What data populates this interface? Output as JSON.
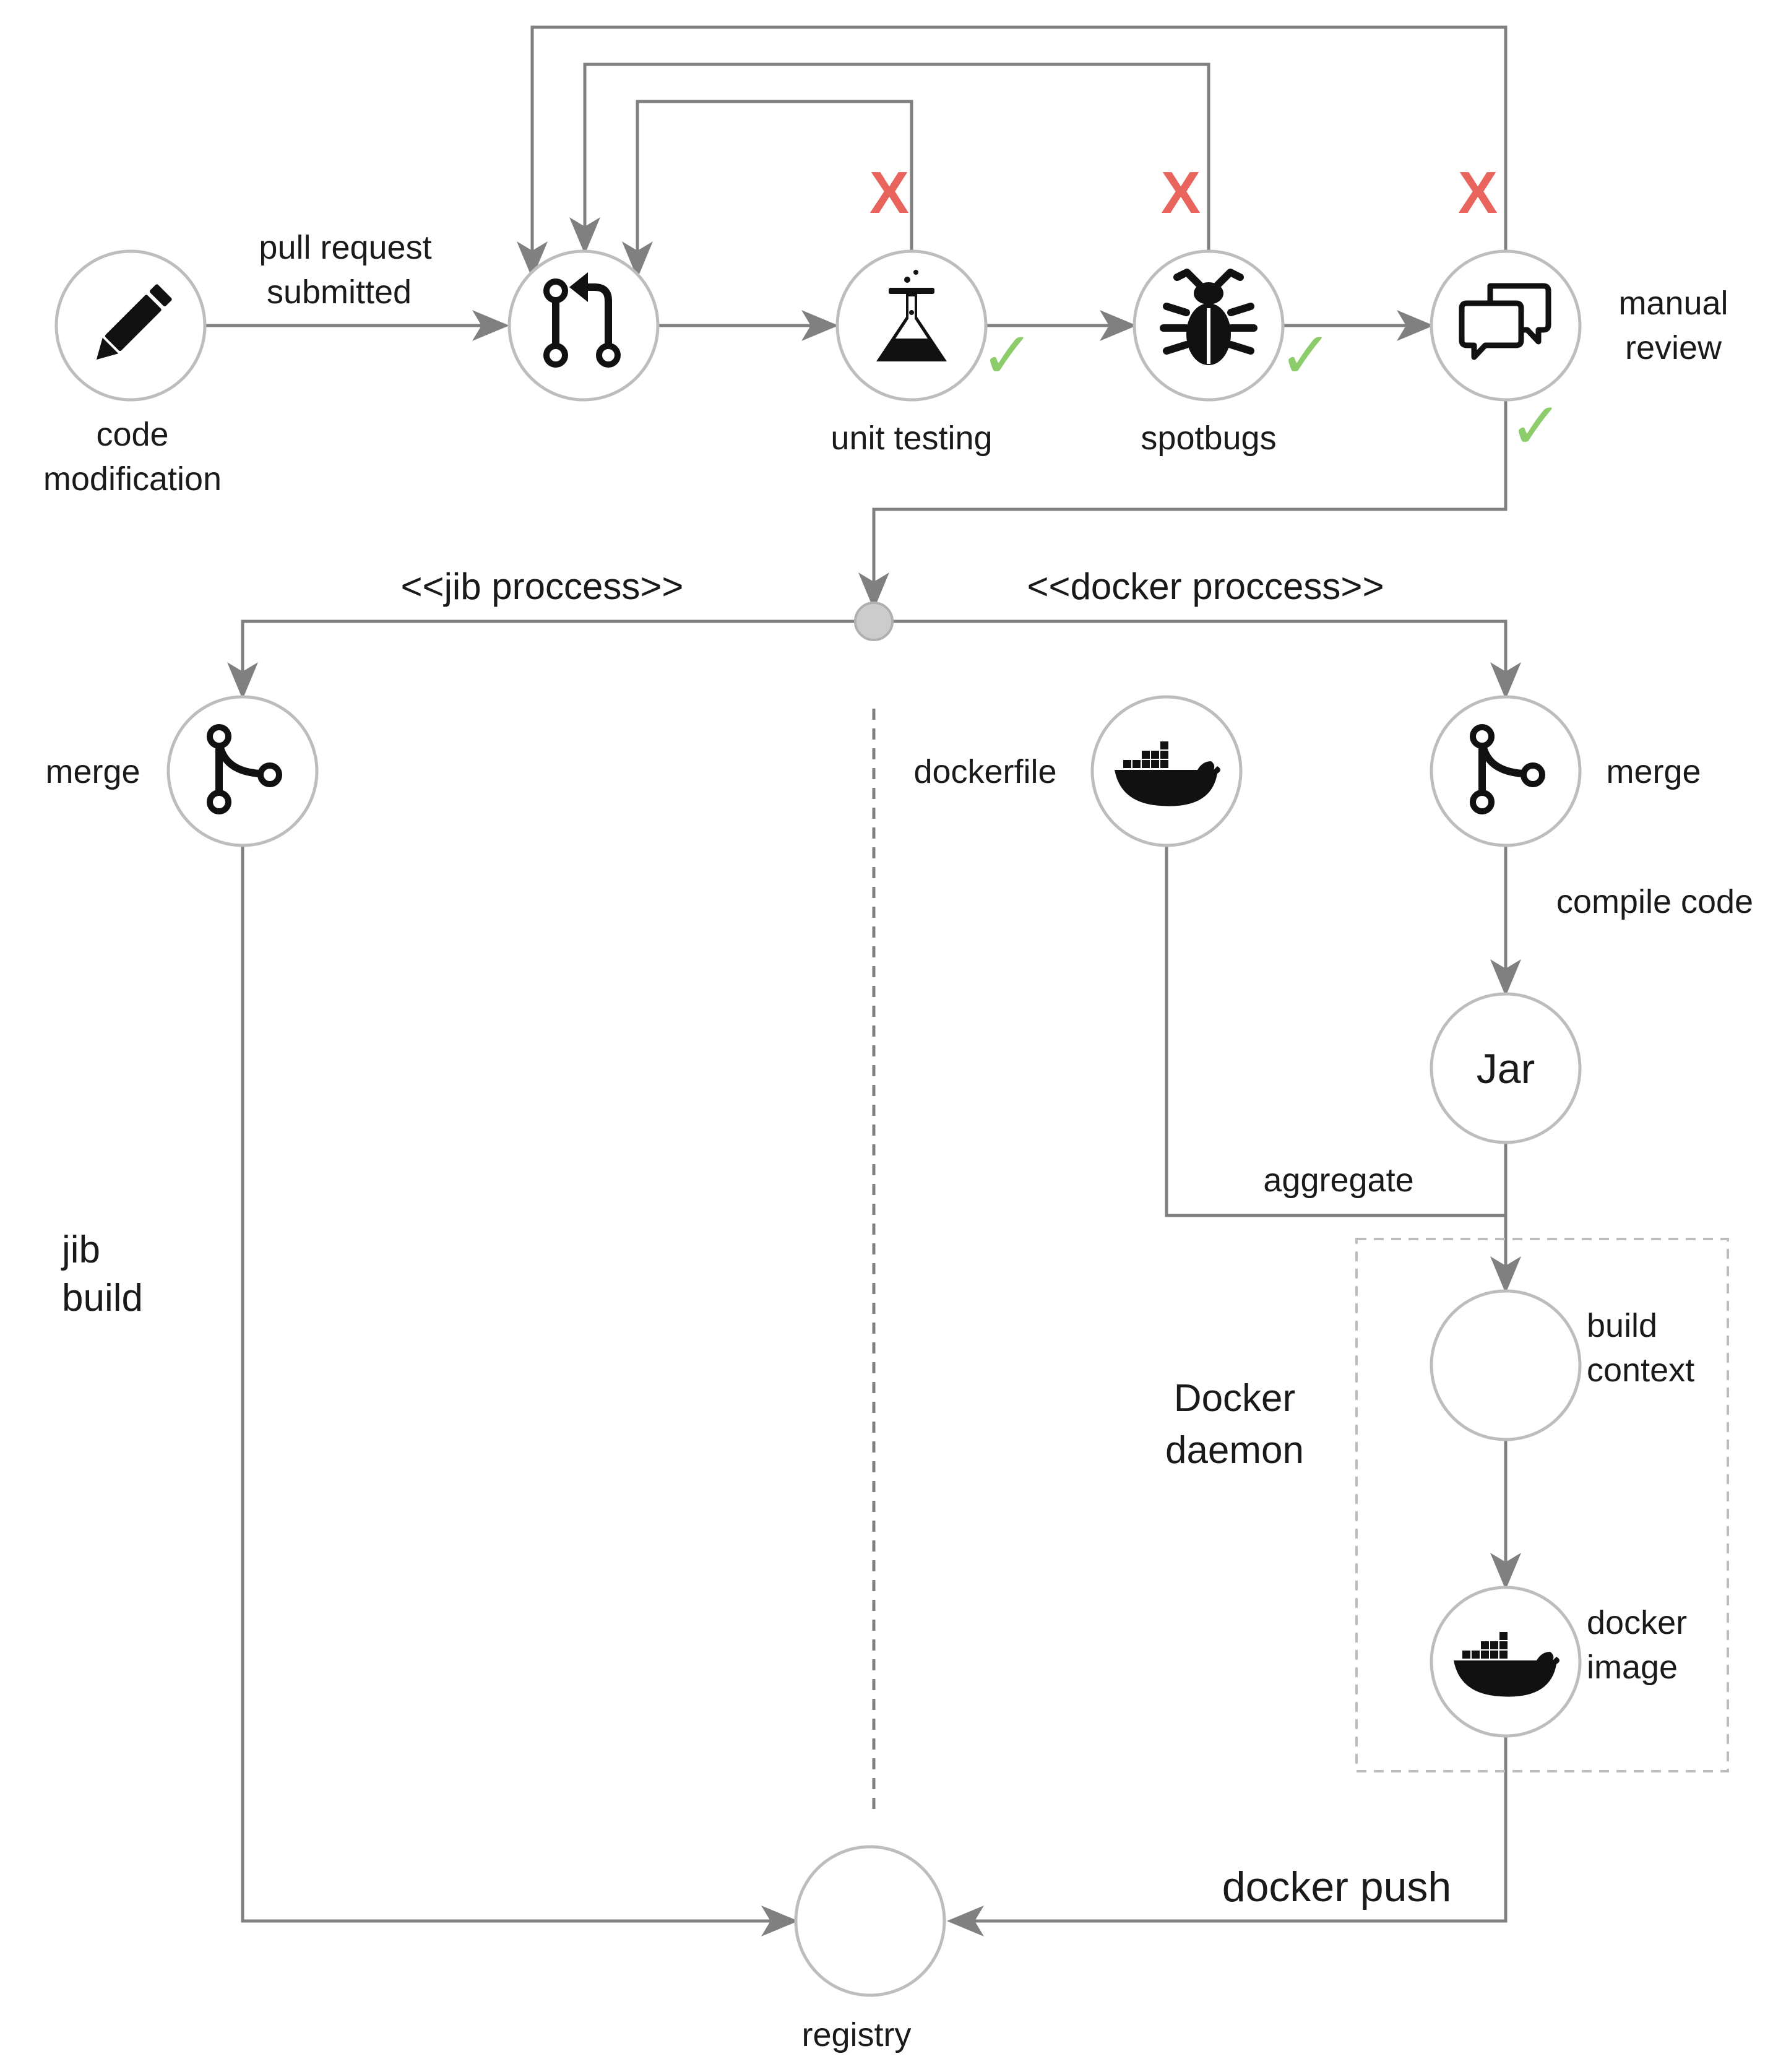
{
  "labels": {
    "code_modification": [
      "code",
      "modification"
    ],
    "pull_request": [
      "pull request",
      "submitted"
    ],
    "unit_testing": "unit testing",
    "spotbugs": "spotbugs",
    "manual_review": [
      "manual",
      "review"
    ],
    "jib_process": "<<jib proccess>>",
    "docker_process": "<<docker proccess>>",
    "merge_left": "merge",
    "merge_right": "merge",
    "dockerfile": "dockerfile",
    "compile_code": "compile code",
    "jar": "Jar",
    "aggregate": "aggregate",
    "jib_build": [
      "jib",
      "build"
    ],
    "docker_daemon": [
      "Docker",
      "daemon"
    ],
    "build_context": [
      "build",
      "context"
    ],
    "docker_image": [
      "docker",
      "image"
    ],
    "docker_push": "docker push",
    "registry": "registry"
  },
  "marks": {
    "fail": "X",
    "pass": "✓"
  },
  "colors": {
    "fail": "#e8645c",
    "pass": "#8ccc6b",
    "edge": "#808080",
    "node_border": "#bdbdbd",
    "icon": "#111111"
  },
  "icons": {
    "start": "pencil-icon",
    "pull_request": "pull-request-icon",
    "unit_testing": "flask-icon",
    "spotbugs": "bug-icon",
    "manual_review": "comments-icon",
    "merge": "git-merge-icon",
    "docker": "docker-whale-icon"
  }
}
